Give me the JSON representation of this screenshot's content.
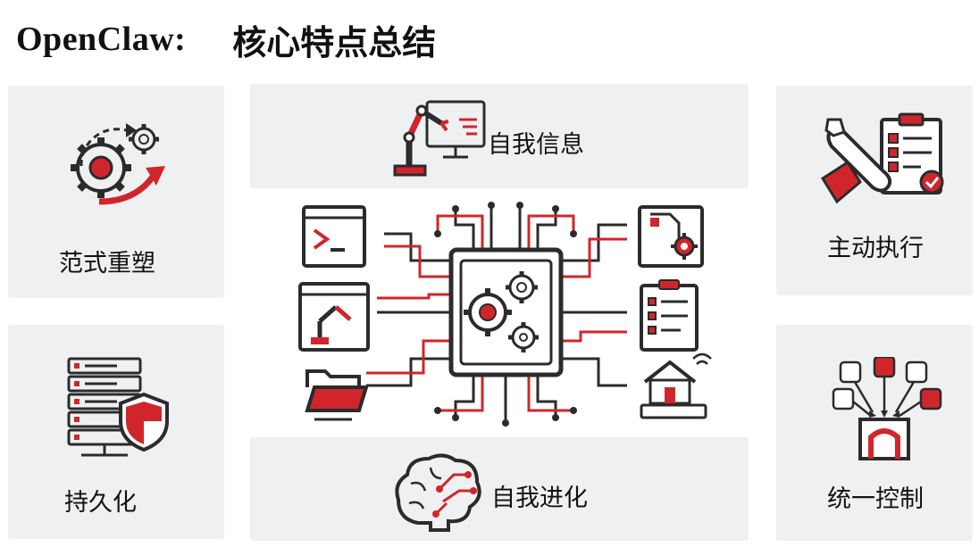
{
  "header": {
    "brand": "OpenClaw:",
    "subtitle": "核心特点总结"
  },
  "cards": {
    "paradigm": {
      "label": "范式重塑",
      "icon": "gears-arrow-icon"
    },
    "self_info": {
      "label": "自我信息",
      "icon": "robot-arm-monitor-icon"
    },
    "active": {
      "label": "主动执行",
      "icon": "wrench-checklist-icon"
    },
    "persist": {
      "label": "持久化",
      "icon": "server-shield-icon"
    },
    "evolve": {
      "label": "自我进化",
      "icon": "brain-circuit-icon"
    },
    "unified": {
      "label": "统一控制",
      "icon": "apps-gateway-icon"
    }
  },
  "center": {
    "icon": "chip-circuit-icon",
    "peripherals": [
      "terminal-icon",
      "robot-arm-window-icon",
      "folder-icon",
      "document-gear-icon",
      "clipboard-checklist-icon",
      "smart-home-icon"
    ]
  },
  "colors": {
    "accent": "#d0262b",
    "ink": "#2b2b2b",
    "card_bg": "#eef0f2"
  }
}
